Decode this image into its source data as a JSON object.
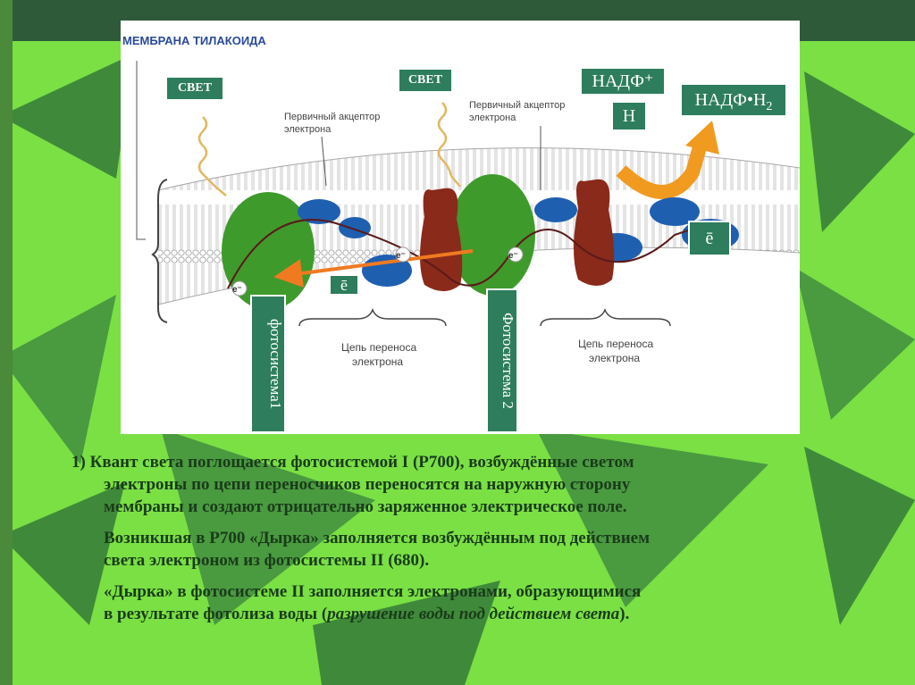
{
  "diagram": {
    "membrane_title": "МЕМБРАНА ТИЛАКОИДА",
    "light_label_1": "СВЕТ",
    "light_label_2": "СВЕТ",
    "acceptor_label_1": [
      "Первичный акцептор",
      "электрона"
    ],
    "acceptor_label_2": [
      "Первичный акцептор",
      "электрона"
    ],
    "chain_label_1": [
      "Цепь переноса",
      "электрона"
    ],
    "chain_label_2": [
      "Цепь переноса",
      "электрона"
    ],
    "nadp_label": "НАДФ⁺",
    "h_label": "Н",
    "nadph2_label": {
      "base": "НАДФ•Н",
      "sub": "2"
    },
    "electron_box_1": "ē",
    "electron_box_2": "ē",
    "electron_symbol": "e⁻",
    "photosystem_1": "фотосистема1",
    "photosystem_2": "Фотосистема 2",
    "colors": {
      "label_bg": "#2e7d5c",
      "photosystem": "#3f9a2c",
      "carrier": "#1f5fb0",
      "cytochrome": "#8a2a1a",
      "arrow": "#f07a20",
      "background": "#7ae044"
    }
  },
  "caption": {
    "number": "1)",
    "line1": "Квант света поглощается фотосистемой I (P700), возбуждённые светом",
    "line2": "электроны по цепи переносчиков переносятся на наружную сторону",
    "line3": "мембраны и создают отрицательно заряженное электрическое поле.",
    "line4": "Возникшая в P700 «Дырка» заполняется возбуждённым под действием",
    "line5": "света электроном  из фотосистемы II (680).",
    "line6": "«Дырка» в фотосистеме II заполняется электронами, образующимися",
    "line7_start": "в результате фотолиза воды (",
    "line7_em": "разрушение воды под действием света",
    "line7_end": ")."
  }
}
